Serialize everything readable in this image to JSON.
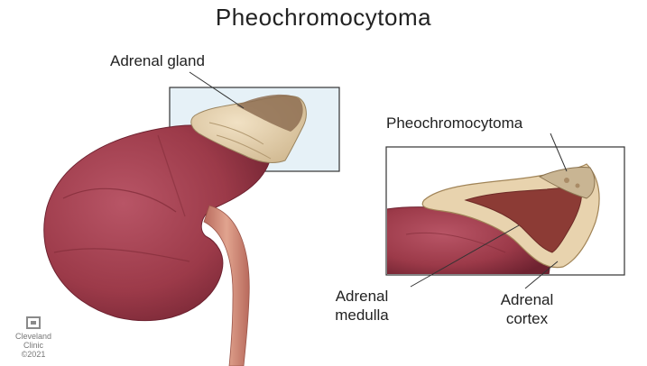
{
  "title": "Pheochromocytoma",
  "labels": {
    "adrenal_gland": "Adrenal gland",
    "pheochromocytoma": "Pheochromocytoma",
    "adrenal_medulla_line1": "Adrenal",
    "adrenal_medulla_line2": "medulla",
    "adrenal_cortex_line1": "Adrenal",
    "adrenal_cortex_line2": "cortex"
  },
  "logo": {
    "line1": "Cleveland",
    "line2": "Clinic",
    "line3": "©2021"
  },
  "colors": {
    "kidney": "#a8414f",
    "kidney_dark": "#7d2a36",
    "adrenal_cortex": "#e8d3ae",
    "adrenal_medulla": "#8c3b35",
    "inset_bg": "#e6f1f7",
    "ureter": "#c8796a"
  }
}
